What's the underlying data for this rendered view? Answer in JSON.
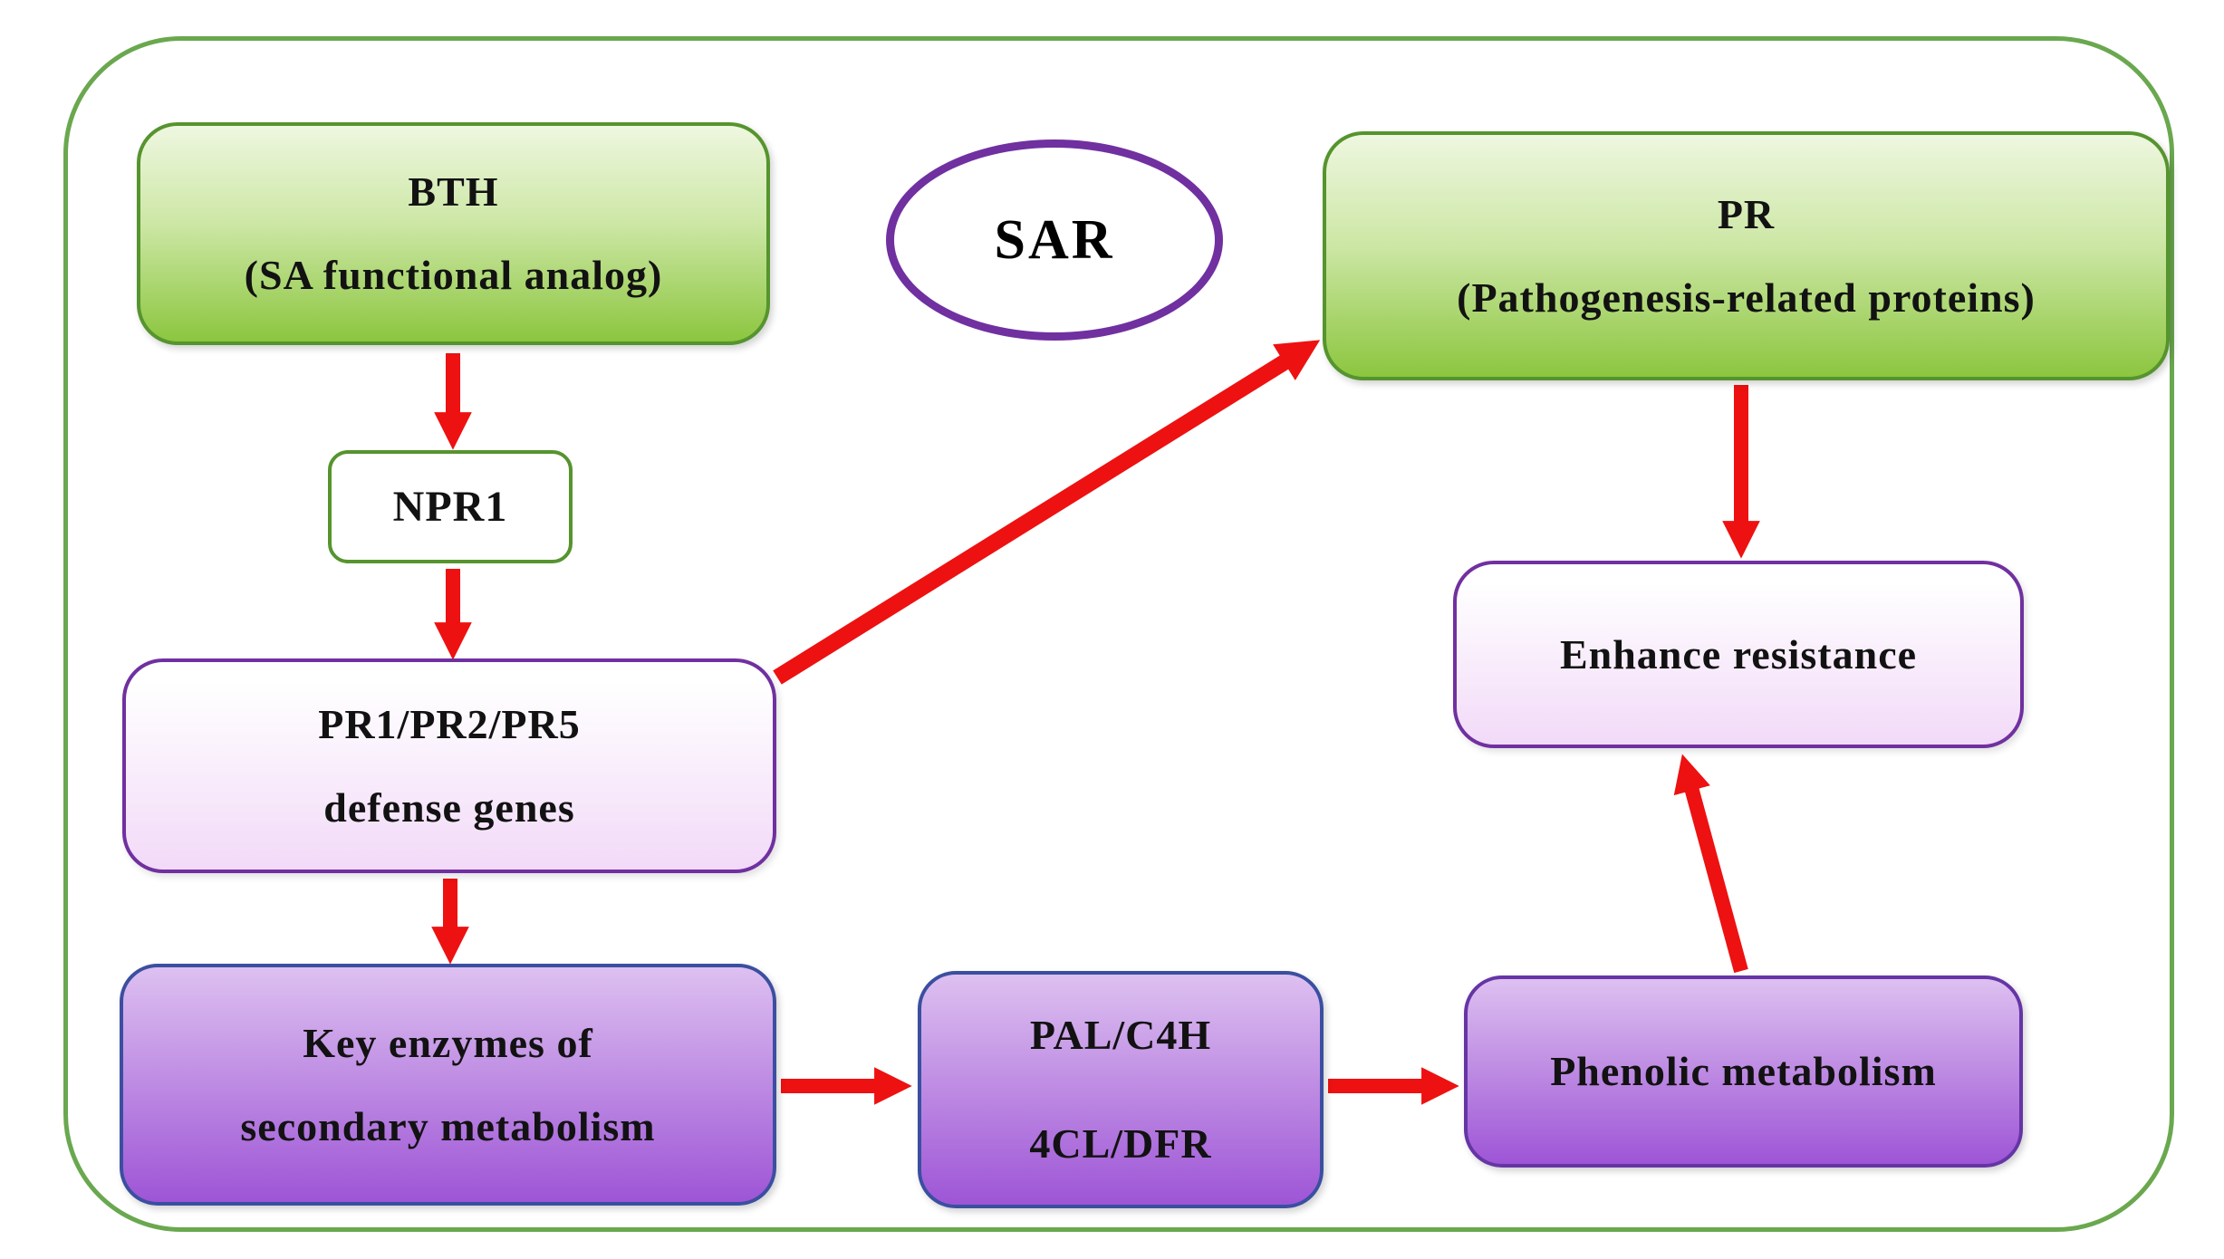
{
  "figure": {
    "sar_label": "SAR",
    "nodes": {
      "bth": {
        "line1": "BTH",
        "line2": "(SA functional analog)"
      },
      "pr": {
        "line1": "PR",
        "line2": "(Pathogenesis-related proteins)"
      },
      "npr1": {
        "label": "NPR1"
      },
      "defense_genes": {
        "line1": "PR1/PR2/PR5",
        "line2": "defense genes"
      },
      "enhance_resistance": {
        "label": "Enhance resistance"
      },
      "key_enzymes": {
        "line1": "Key enzymes of",
        "line2": "secondary metabolism"
      },
      "pal_genes": {
        "line1": "PAL/C4H",
        "line2": "4CL/DFR"
      },
      "phenolic": {
        "label": "Phenolic metabolism"
      }
    },
    "edges": [
      "BTH -> NPR1",
      "NPR1 -> PR1/PR2/PR5 defense genes",
      "PR1/PR2/PR5 defense genes -> Key enzymes of secondary metabolism",
      "PR1/PR2/PR5 defense genes -> PR (Pathogenesis-related proteins)",
      "Key enzymes of secondary metabolism -> PAL/C4H 4CL/DFR",
      "PAL/C4H 4CL/DFR -> Phenolic metabolism",
      "Phenolic metabolism -> Enhance resistance",
      "PR (Pathogenesis-related proteins) -> Enhance resistance"
    ]
  },
  "colors": {
    "arrow_red": "#ee1111",
    "outer_border_green": "#6aa84f",
    "green_border": "#56942e",
    "green_top": "#eef7e0",
    "green_bottom": "#8cc63f",
    "purple_border": "#7030a0",
    "lavender_top": "#ffffff",
    "lavender_bottom": "#f2daf8",
    "violet_top": "#ddc0f0",
    "violet_bottom": "#9e55d6",
    "blue_border": "#3b4fa0",
    "violet_edge": "#6535a5",
    "text_dark": "#121212"
  }
}
